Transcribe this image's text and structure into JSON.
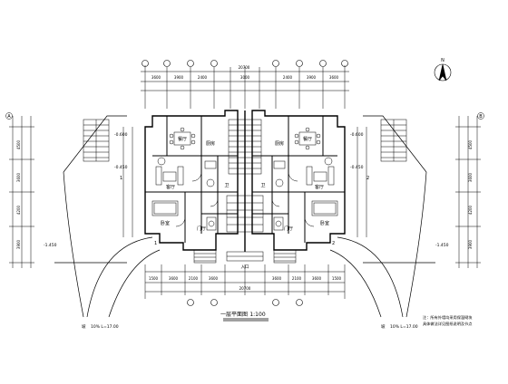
{
  "drawing": {
    "title": "一层平面图",
    "scale": "1:100",
    "north_label": "N",
    "ramp_left_label": "10% L=17.00",
    "ramp_right_label": "10% L=17.00",
    "ramp_left_prefix": "坡",
    "ramp_right_prefix": "坡",
    "note_line_1": "注：所有外墙均采用保温砌块",
    "note_line_2": "具体做法详见图纸说明及节点",
    "axis_left": "A",
    "axis_right": "B",
    "level_left": "-1.450",
    "level_right": "-1.450",
    "level_mid_left": "-0.450",
    "level_mid_right": "-0.450",
    "level_top_left": "-0.600",
    "level_top_right": "-0.600",
    "entry_label": "入口",
    "dim_total_top": "20700",
    "dim_total_bottom": "20700",
    "top_dims": [
      "3600",
      "3900",
      "2400",
      "3000",
      "2400",
      "3900",
      "3600"
    ],
    "bottom_dims": [
      "1500",
      "3600",
      "2100",
      "3600",
      "3600",
      "2100",
      "3600",
      "1500"
    ],
    "side_dims_left": [
      "4500",
      "3600",
      "4200",
      "3900"
    ],
    "side_dims_right": [
      "4500",
      "3600",
      "4200",
      "3900"
    ],
    "room_labels": {
      "dining_left": "餐厅",
      "dining_right": "餐厅",
      "kitchen_left": "厨房",
      "kitchen_right": "厨房",
      "living_left": "客厅",
      "living_right": "客厅",
      "bed_left": "卧室",
      "bed_right": "卧室",
      "bath_left": "卫",
      "bath_right": "卫",
      "hall_left": "门厅",
      "hall_right": "门厅"
    },
    "section_marks": [
      "1",
      "1",
      "2",
      "2"
    ],
    "colors": {
      "line": "#000000",
      "background": "#ffffff"
    }
  }
}
